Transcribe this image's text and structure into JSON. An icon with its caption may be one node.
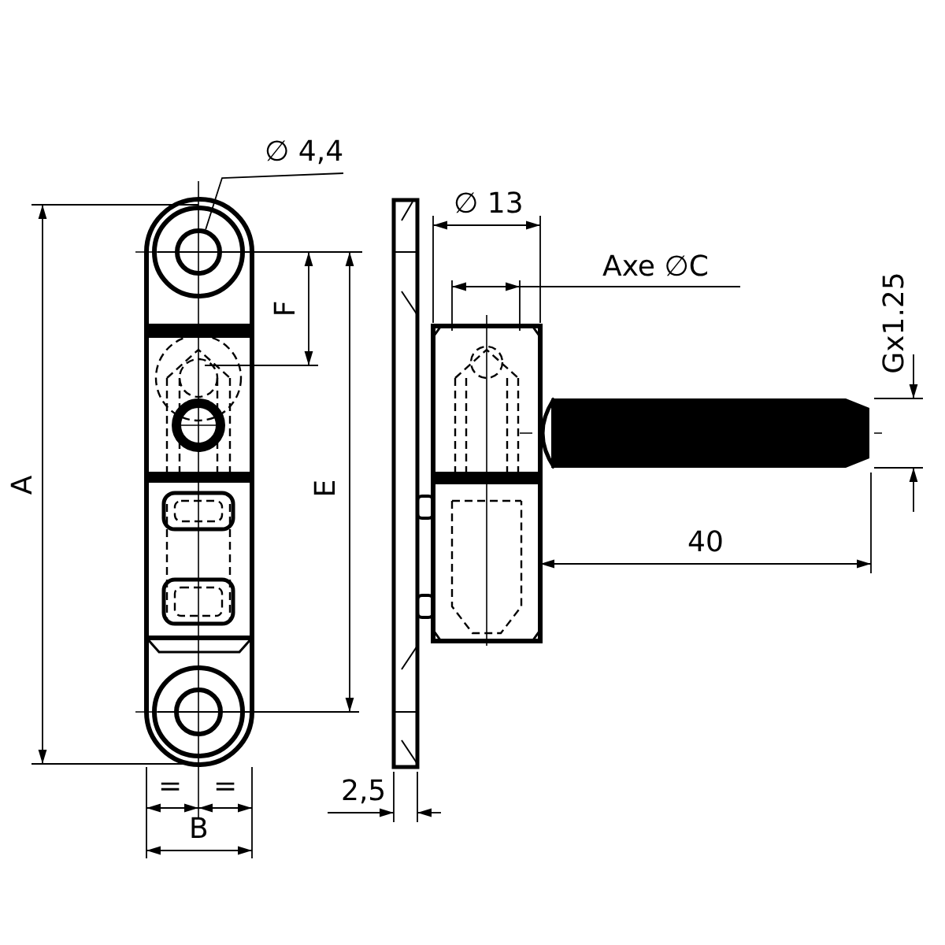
{
  "diagram": {
    "nodes": [
      {
        "text": [
          "∅ 4,4"
        ]
      },
      {
        "text": [],
        "shape": "circle"
      }
    ],
    "edges": [
      {
        "from": 0,
        "to": 1,
        "arrow": "none"
      }
    ],
    "labels": [
      "∅ 13",
      "Axe ∅C",
      "Gx1.25",
      "F",
      "E",
      "A",
      "40",
      "=",
      "=",
      "B",
      "2,5"
    ]
  }
}
